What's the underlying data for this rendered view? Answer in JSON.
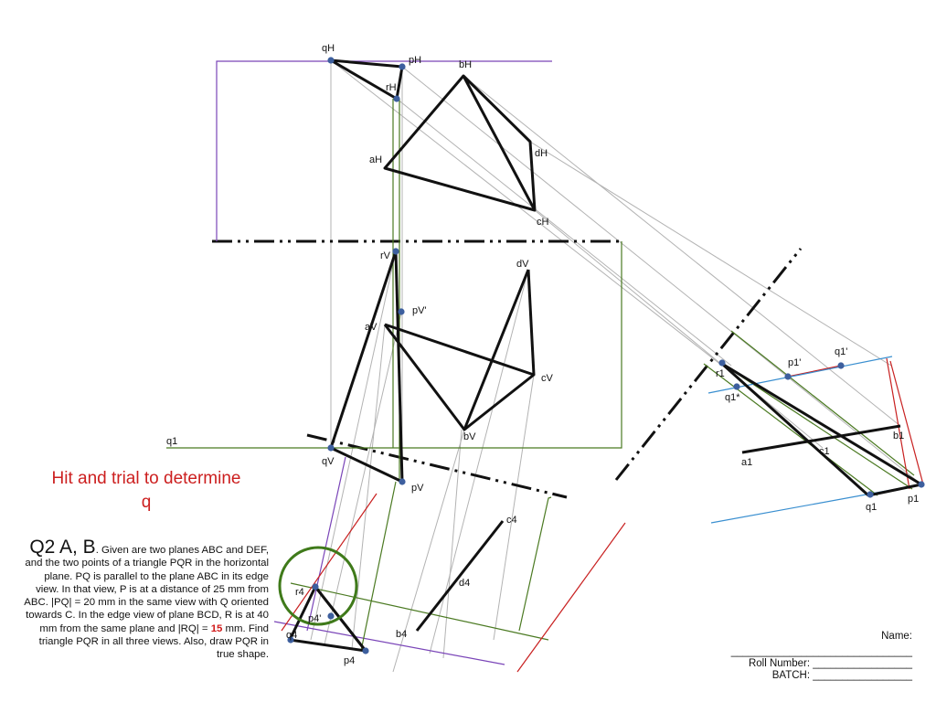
{
  "heading": {
    "line1": "Hit and trial to determine",
    "line2": "q"
  },
  "problem": {
    "number": "Q2 A, B",
    "text_1": ". Given are two planes ABC and DEF, and the two points of a triangle PQR in the horizontal plane. PQ is parallel to the plane ABC in its edge view.  In that view, P is at a distance of 25 mm from ABC. |PQ| = 20 mm in the same view with Q oriented towards C. In the edge view of plane BCD, R is at 40 mm from the same plane and |RQ| = ",
    "highlight": "15",
    "text_2": " mm. Find triangle PQR in all three views. Also, draw PQR in true shape."
  },
  "student": {
    "name_label": "Name:",
    "name_blank": "_______________________________",
    "roll_label": "Roll Number:",
    "roll_blank": "_________________",
    "batch_label": "BATCH:",
    "batch_blank": "_________________"
  },
  "labels": {
    "qH": "qH",
    "pH": "pH",
    "rH": "rH",
    "bH": "bH",
    "aH": "aH",
    "dH": "dH",
    "cH": "cH",
    "rV": "rV",
    "dV": "dV",
    "pVp": "pV'",
    "aV": "aV",
    "cV": "cV",
    "bV": "bV",
    "q1left": "q1",
    "qV": "qV",
    "pV": "pV",
    "c4": "c4",
    "d4": "d4",
    "b4": "b4",
    "r4": "r4",
    "q4": "q4",
    "p4p": "p4'",
    "p4": "p4",
    "r1": "r1",
    "q1s": "q1*",
    "p1p": "p1'",
    "q1p": "q1'",
    "b1": "b1",
    "c1": "c1",
    "a1": "a1",
    "q1": "q1",
    "p1": "p1"
  },
  "colors": {
    "ink": "#111111",
    "construction": "#b3b3b3",
    "purple": "#7a45b8",
    "green": "#4b7a22",
    "red": "#c82020",
    "blue": "#3a8fd0",
    "point": "#3d5f9e",
    "circle": "#3f7a1a",
    "heading": "#cc1f1f"
  }
}
